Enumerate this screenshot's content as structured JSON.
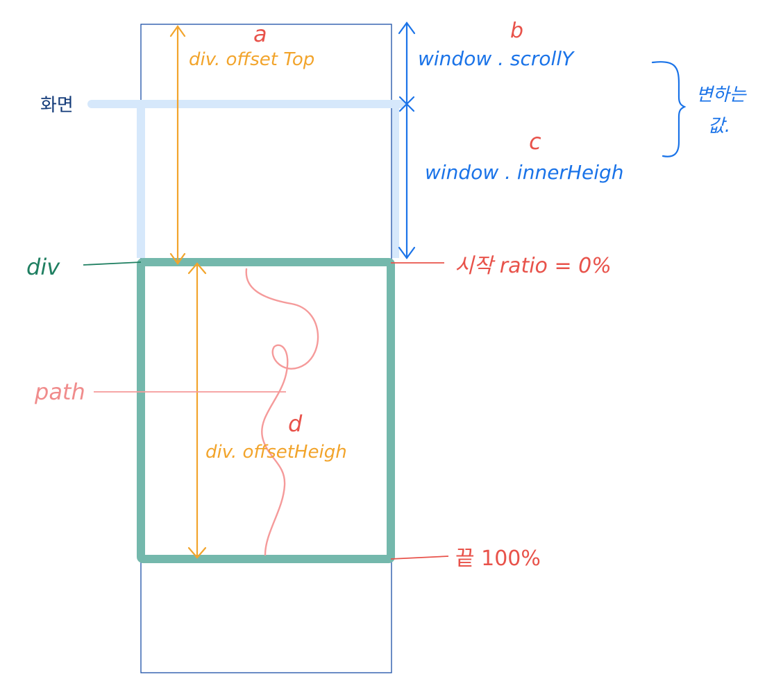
{
  "labels": {
    "a": "a",
    "b": "b",
    "c": "c",
    "d": "d",
    "div_offsetTop": "div. offset Top",
    "window_scrollY": "window . scrollY",
    "window_innerHeight": "window . innerHeigh",
    "changing_values": [
      "변하는",
      "값."
    ],
    "screen": "화면",
    "div": "div",
    "path": "path",
    "start_ratio": "시작 ratio = 0%",
    "div_offsetHeight": "div. offsetHeigh",
    "end": "끝 100%"
  },
  "colors": {
    "orange": "#f2a42b",
    "blue": "#1a73e8",
    "red": "#e8524a",
    "pink": "#f08c8c",
    "green": "#1f7f61",
    "teal_box": "#74b8ac",
    "screen_band": "#d6e8fb",
    "navy": "#123a78"
  }
}
